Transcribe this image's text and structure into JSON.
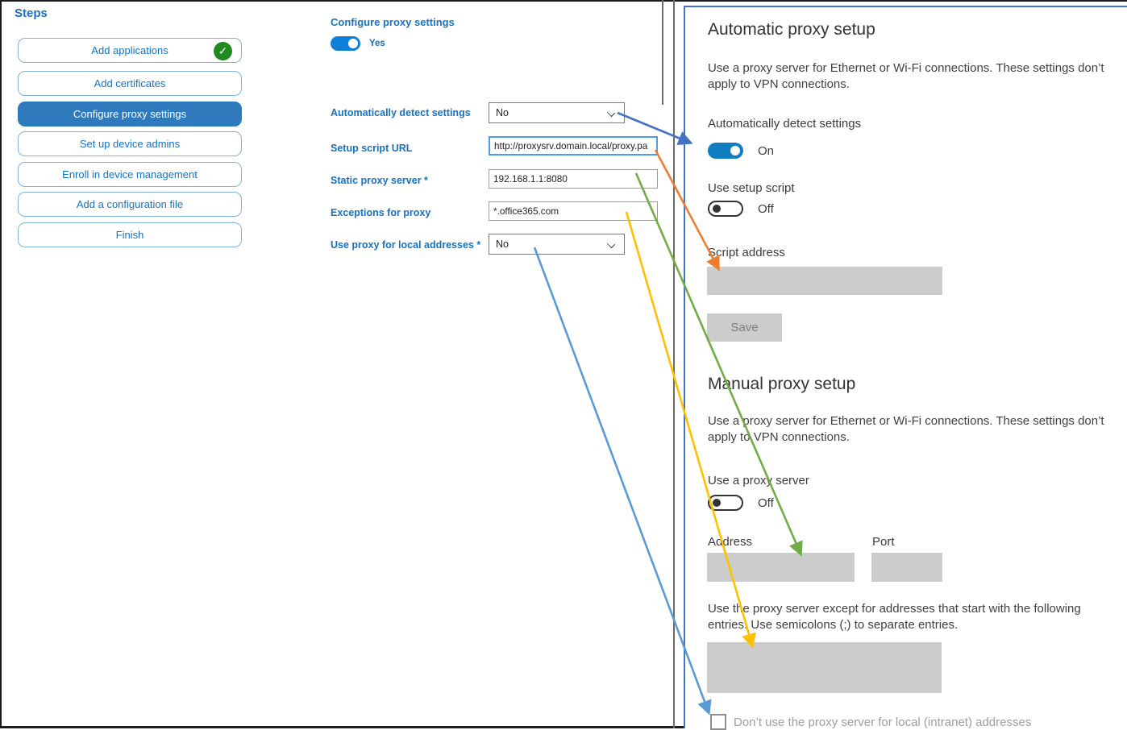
{
  "sidebar": {
    "title": "Steps",
    "items": [
      {
        "label": "Add applications",
        "completed": true
      },
      {
        "label": "Add certificates",
        "completed": false
      },
      {
        "label": "Configure proxy settings",
        "completed": false,
        "selected": true
      },
      {
        "label": "Set up device admins",
        "completed": false
      },
      {
        "label": "Enroll in device management",
        "completed": false
      },
      {
        "label": "Add a configuration file",
        "completed": false
      },
      {
        "label": "Finish",
        "completed": false
      }
    ],
    "check_icon": "✓"
  },
  "form": {
    "title": "Configure proxy settings",
    "enabled_toggle": {
      "state": "Yes",
      "on": true
    },
    "rows": [
      {
        "label": "Automatically detect settings",
        "type": "dropdown",
        "value": "No"
      },
      {
        "label": "Setup script URL",
        "type": "text",
        "value": "http://proxysrv.domain.local/proxy.pa",
        "focused": true
      },
      {
        "label": "Static proxy server *",
        "type": "text",
        "value": "192.168.1.1:8080"
      },
      {
        "label": "Exceptions for proxy",
        "type": "text",
        "value": "*.office365.com"
      },
      {
        "label": "Use proxy for local addresses *",
        "type": "dropdown",
        "value": "No"
      }
    ]
  },
  "panel": {
    "auto_section": {
      "heading": "Automatic proxy setup",
      "description": "Use a proxy server for Ethernet or Wi-Fi connections. These settings don’t apply to VPN connections.",
      "auto_detect": {
        "label": "Automatically detect settings",
        "state": "On"
      },
      "use_script": {
        "label": "Use setup script",
        "state": "Off"
      },
      "script_address_label": "Script address",
      "save_label": "Save"
    },
    "manual_section": {
      "heading": "Manual proxy setup",
      "description": "Use a proxy server for Ethernet or Wi-Fi connections. These settings don’t apply to VPN connections.",
      "use_proxy": {
        "label": "Use a proxy server",
        "state": "Off"
      },
      "address_label": "Address",
      "port_label": "Port",
      "exceptions_description": "Use the proxy server except for addresses that start with the following entries. Use semicolons (;) to separate entries.",
      "local_checkbox": {
        "label": "Don’t use the proxy server for local (intranet) addresses",
        "checked": false
      }
    }
  },
  "arrows": [
    {
      "name": "auto-detect-arrow",
      "color": "#4472c4"
    },
    {
      "name": "setup-script-arrow",
      "color": "#ed7d31"
    },
    {
      "name": "static-proxy-arrow",
      "color": "#70ad47"
    },
    {
      "name": "exceptions-arrow",
      "color": "#ffc000"
    },
    {
      "name": "local-addresses-arrow",
      "color": "#5b9bd5"
    }
  ],
  "colors": {
    "accent_blue": "#1673c1",
    "selected_step": "#2f79bd",
    "toggle_on": "#0f7dc0",
    "panel_border": "#4472c4",
    "disabled_gray": "#cccccc",
    "check_green": "#1e8a1f"
  }
}
